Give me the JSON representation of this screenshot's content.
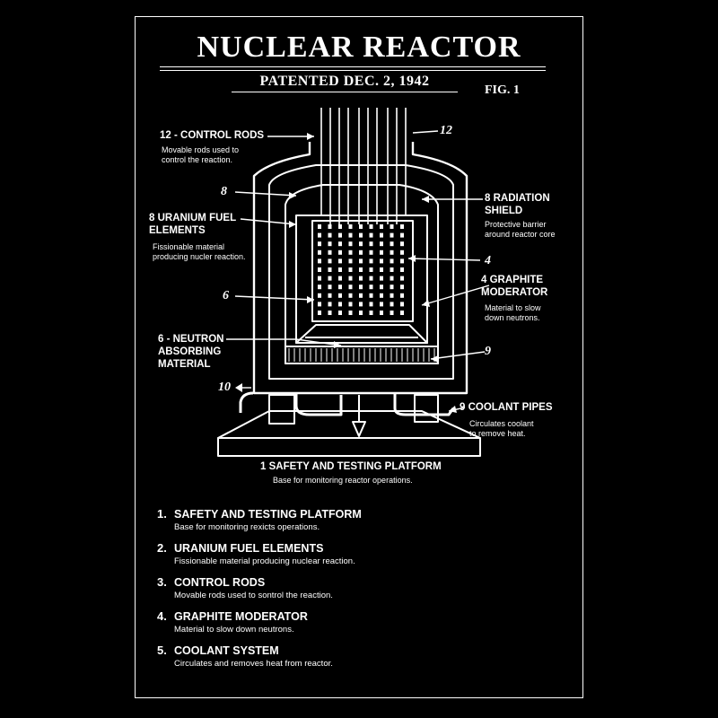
{
  "title": "NUCLEAR REACTOR",
  "subtitle": "PATENTED DEC. 2, 1942",
  "figure": "FIG. 1",
  "callouts": {
    "control_rods": {
      "label": "12 - CONTROL RODS",
      "desc": "Movable rods used to\ncontrol the reaction."
    },
    "uranium": {
      "label": "8 URANIUM FUEL\nELEMENTS",
      "desc": "Fissionable material\nproducing nucler reaction."
    },
    "neutron": {
      "label": "6 - NEUTRON\nABSORBING\nMATERIAL"
    },
    "radiation": {
      "label": "8 RADIATION\nSHIELD",
      "desc": "Protective barrier\naround reactor core"
    },
    "graphite": {
      "label": "4 GRAPHITE\nMODERATOR",
      "desc": "Material to slow\ndown neutrons."
    },
    "coolant": {
      "label": "9 COOLANT PIPES",
      "desc": "Circulates coolant\nto remove heat."
    },
    "platform": {
      "label": "1 SAFETY AND TESTING PLATFORM",
      "desc": "Base for monitoring reactor operations."
    }
  },
  "numbers": {
    "n12": "12",
    "n8": "8",
    "n6": "6",
    "n4": "4",
    "n9": "9",
    "n10": "10"
  },
  "legend": [
    {
      "num": "1.",
      "title": "SAFETY AND TESTING PLATFORM",
      "desc": "Base for monitoring rexicts operations."
    },
    {
      "num": "2.",
      "title": "URANIUM FUEL ELEMENTS",
      "desc": "Fissionable material producing nuclear reaction."
    },
    {
      "num": "3.",
      "title": "CONTROL RODS",
      "desc": "Movable rods used to sontrol the reaction."
    },
    {
      "num": "4.",
      "title": "GRAPHITE MODERATOR",
      "desc": "Material to slow down neutrons."
    },
    {
      "num": "5.",
      "title": "COOLANT SYSTEM",
      "desc": "Circulates and removes heat from reactor."
    }
  ],
  "colors": {
    "background": "#000000",
    "ink": "#ffffff"
  }
}
